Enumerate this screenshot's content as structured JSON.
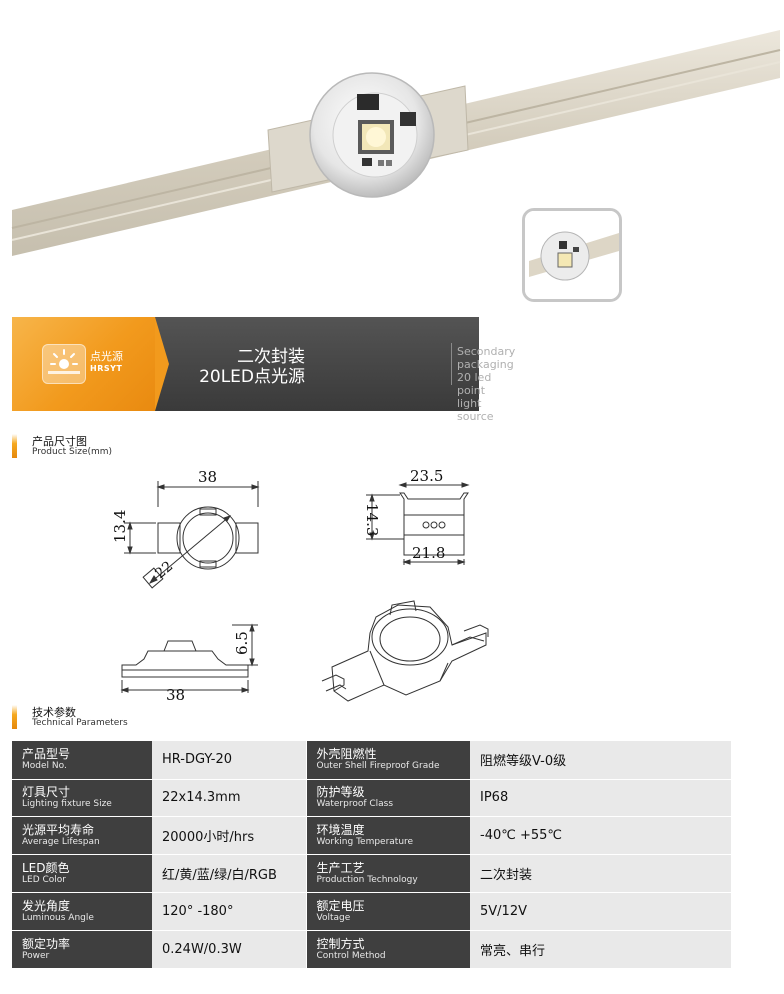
{
  "banner": {
    "logo_zh": "点光源",
    "logo_en": "HRSYT",
    "title_zh_line1": "二次封装",
    "title_zh_line2": "20LED点光源",
    "title_en_line1": "Secondary packaging",
    "title_en_line2": "20 led point",
    "title_en_line3": "light source"
  },
  "size_section": {
    "title_zh": "产品尺寸图",
    "title_en": "Product Size(mm)"
  },
  "dimensions": {
    "top_length": "38",
    "top_height": "13.4",
    "diameter": "22",
    "side_top_width": "23.5",
    "side_height": "14.3",
    "side_bottom_width": "21.8",
    "front_height": "6.5",
    "front_length": "38"
  },
  "tech_section": {
    "title_zh": "技术参数",
    "title_en": "Technical Parameters"
  },
  "specs": [
    {
      "l_zh": "产品型号",
      "l_en": "Model No.",
      "l_val": "HR-DGY-20",
      "r_zh": "外壳阻燃性",
      "r_en": "Outer Shell Fireproof Grade",
      "r_val": "阻燃等级V-0级"
    },
    {
      "l_zh": "灯具尺寸",
      "l_en": "Lighting fixture Size",
      "l_val": "22x14.3mm",
      "r_zh": "防护等级",
      "r_en": "Waterproof Class",
      "r_val": "IP68"
    },
    {
      "l_zh": "光源平均寿命",
      "l_en": "Average Lifespan",
      "l_val": "20000小时/hrs",
      "r_zh": "环境温度",
      "r_en": "Working Temperature",
      "r_val": "-40℃  +55℃"
    },
    {
      "l_zh": "LED颜色",
      "l_en": "LED Color",
      "l_val": "红/黄/蓝/绿/白/RGB",
      "r_zh": "生产工艺",
      "r_en": "Production Technology",
      "r_val": "二次封装"
    },
    {
      "l_zh": "发光角度",
      "l_en": "Luminous Angle",
      "l_val": "120°  -180°",
      "r_zh": "额定电压",
      "r_en": "Voltage",
      "r_val": "5V/12V"
    },
    {
      "l_zh": "额定功率",
      "l_en": "Power",
      "l_val": "0.24W/0.3W",
      "r_zh": "控制方式",
      "r_en": "Control Method",
      "r_val": "常亮、串行"
    }
  ]
}
